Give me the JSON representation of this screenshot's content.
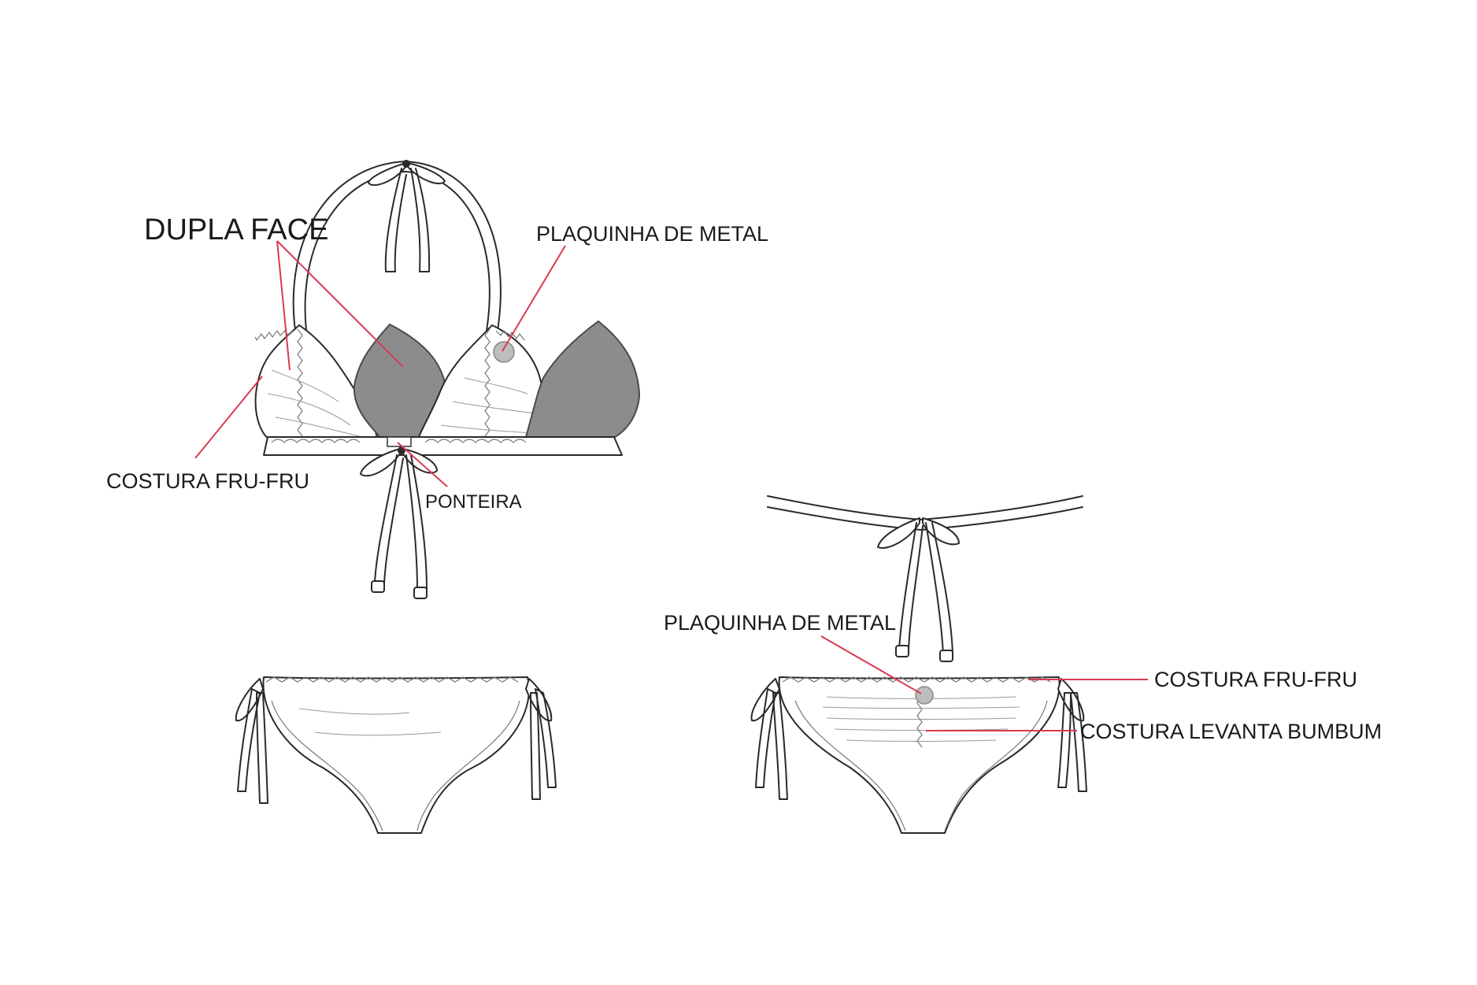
{
  "labels": {
    "dupla_face": "DUPLA FACE",
    "plaquinha_top": "PLAQUINHA DE METAL",
    "costura_frufru_top": "COSTURA FRU-FRU",
    "ponteira": "PONTEIRA",
    "plaquinha_bottom": "PLAQUINHA DE METAL",
    "costura_frufru_bottom": "COSTURA FRU-FRU",
    "costura_levanta": "COSTURA LEVANTA BUMBUM"
  },
  "colors": {
    "callout_line": "#d83a52",
    "outline": "#2a2a2a",
    "reverse_face_fill": "#8c8c8c",
    "metal_plate": "#bdbdbd"
  }
}
